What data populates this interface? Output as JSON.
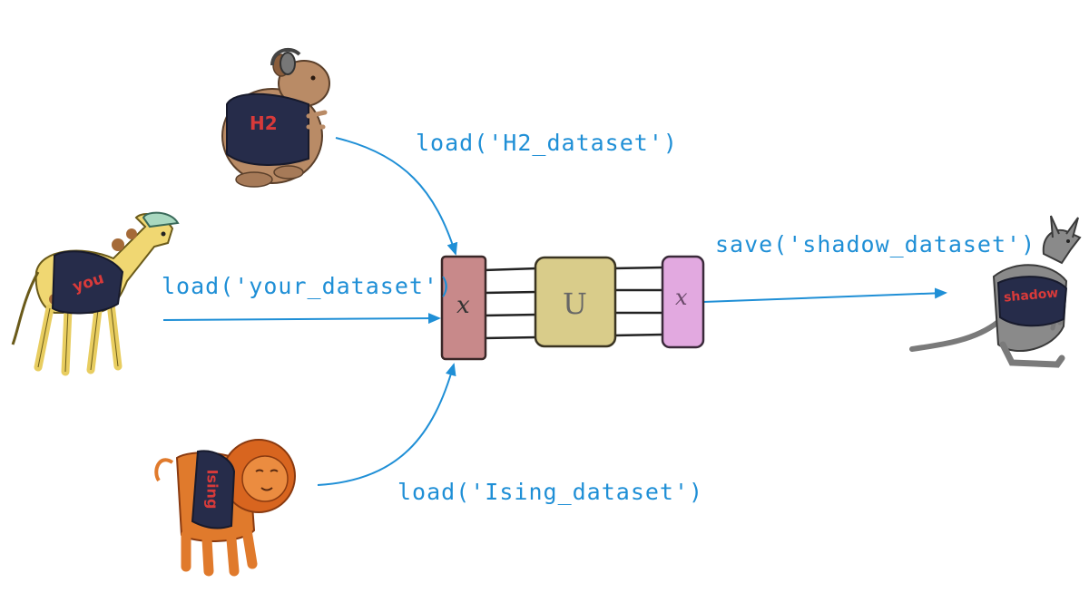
{
  "colors": {
    "arrow": "#1f8fd6",
    "label": "#1f8fd6",
    "shirt_text": "#d83a3a",
    "gate_x": "#c8898a",
    "gate_u": "#d9cc8a",
    "gate_out": "#e2a9e0",
    "shirt": "#262c4a"
  },
  "labels": {
    "h2": "load('H2_dataset')",
    "you": "load('your_dataset')",
    "ising": "load('Ising_dataset')",
    "save": "save('shadow_dataset')"
  },
  "shirts": {
    "hamster": "H2",
    "giraffe": "you",
    "lion": "Ising",
    "kangaroo": "shadow"
  },
  "gates": {
    "input": "x",
    "unitary": "U",
    "output": "x"
  },
  "icons": {
    "hamster": "hamster-icon",
    "giraffe": "giraffe-icon",
    "lion": "lion-icon",
    "kangaroo": "kangaroo-icon"
  }
}
